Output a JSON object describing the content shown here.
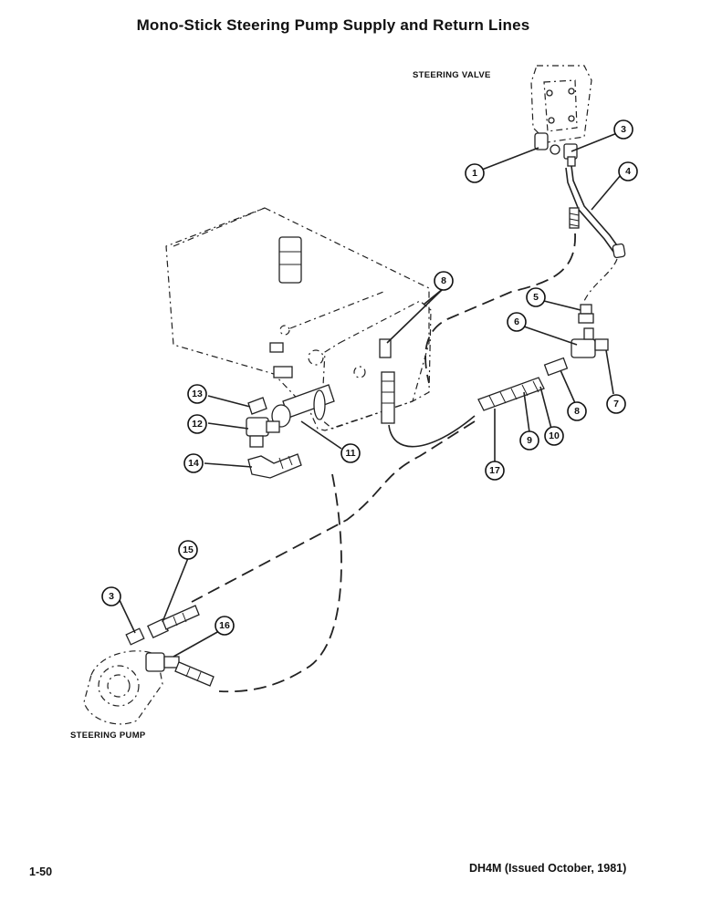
{
  "title": "Mono-Stick Steering Pump Supply and Return Lines",
  "labels": {
    "steering_valve": "STEERING VALVE",
    "steering_pump": "STEERING PUMP"
  },
  "callouts": [
    "1",
    "3",
    "4",
    "5",
    "6",
    "7",
    "8",
    "8",
    "9",
    "10",
    "17",
    "11",
    "12",
    "13",
    "14",
    "15",
    "3",
    "16"
  ],
  "footer": {
    "page_number": "1-50",
    "doc_ref": "DH4M (Issued October, 1981)"
  }
}
